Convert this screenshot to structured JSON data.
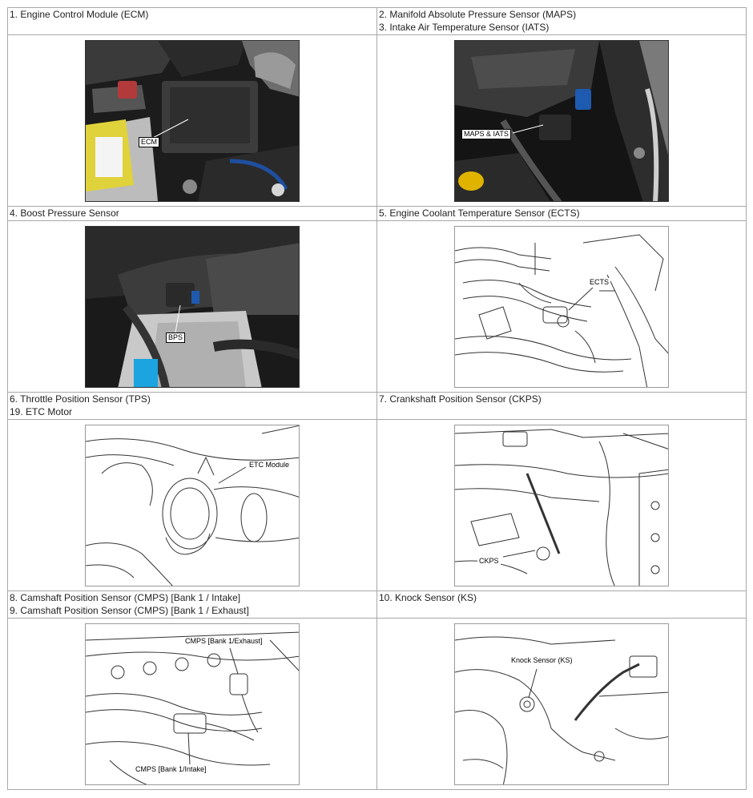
{
  "rows": [
    {
      "left": {
        "headers": [
          "1. Engine Control Module (ECM)"
        ],
        "callout": "ECM",
        "style": "photo"
      },
      "right": {
        "headers": [
          "2. Manifold Absolute Pressure Sensor (MAPS)",
          "3. Intake Air Temperature Sensor (IATS)"
        ],
        "callout": "MAPS & IATS",
        "style": "photo"
      }
    },
    {
      "left": {
        "headers": [
          "4. Boost Pressure Sensor"
        ],
        "callout": "BPS",
        "style": "photo"
      },
      "right": {
        "headers": [
          "5. Engine Coolant Temperature Sensor (ECTS)"
        ],
        "callout": "ECTS",
        "style": "lineart"
      }
    },
    {
      "left": {
        "headers": [
          "6. Throttle Position Sensor (TPS)",
          "19. ETC Motor"
        ],
        "callout": "ETC Module",
        "style": "lineart"
      },
      "right": {
        "headers": [
          "7. Crankshaft Position Sensor (CKPS)"
        ],
        "callout": "CKPS",
        "style": "lineart"
      }
    },
    {
      "left": {
        "headers": [
          "8. Camshaft Position Sensor (CMPS) [Bank 1 / Intake]",
          "9. Camshaft Position Sensor (CMPS) [Bank 1 / Exhaust]"
        ],
        "callouts": [
          "CMPS [Bank 1/Exhaust]",
          "CMPS [Bank 1/Intake]"
        ],
        "style": "lineart"
      },
      "right": {
        "headers": [
          "10. Knock Sensor (KS)"
        ],
        "callout": "Knock Sensor (KS)",
        "style": "lineart"
      }
    }
  ]
}
